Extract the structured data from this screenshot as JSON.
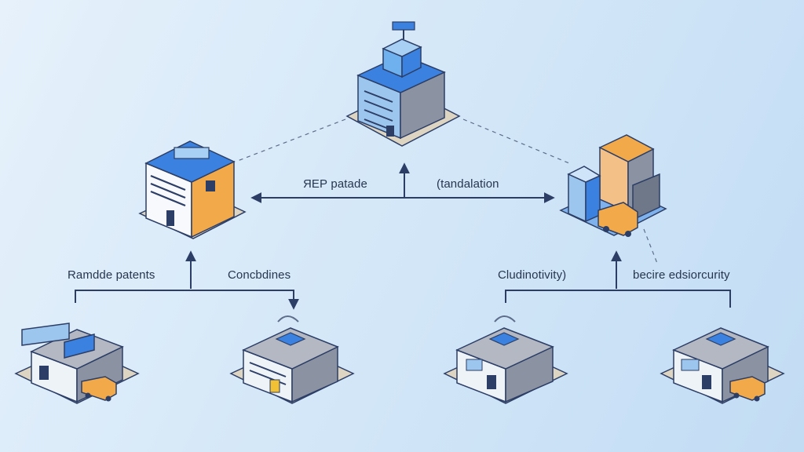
{
  "labels": {
    "hub_left": "ЯЕР рatade",
    "hub_right": "(tandalation",
    "left_a": "Ramdde patents",
    "left_b": "Concbdines",
    "right_a": "Cludinotivity)",
    "right_b": "becire edsiorcurity"
  },
  "nodes": [
    {
      "id": "central-hq",
      "icon": "tower-building-icon"
    },
    {
      "id": "left-hub",
      "icon": "office-building-icon"
    },
    {
      "id": "right-hub",
      "icon": "city-block-icon"
    },
    {
      "id": "left-site-1",
      "icon": "warehouse-truck-icon"
    },
    {
      "id": "left-site-2",
      "icon": "warehouse-icon"
    },
    {
      "id": "right-site-1",
      "icon": "warehouse-icon"
    },
    {
      "id": "right-site-2",
      "icon": "warehouse-truck-icon"
    }
  ],
  "colors": {
    "line": "#2c3e66",
    "roof_blue": "#3b82e0",
    "wall_blue": "#9cc6ee",
    "wall_grey": "#8b93a2",
    "orange": "#f2a94a",
    "base": "#ddd4c2"
  }
}
